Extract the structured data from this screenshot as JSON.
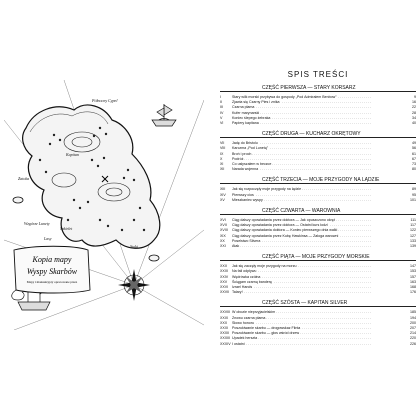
{
  "map": {
    "cartouche_title": "Kopia mapy",
    "cartouche_subtitle": "Wyspy Skarbów",
    "cartouche_note": "Mapy i manuskrypty opracowane przez",
    "labels": [
      "Szkielet",
      "Wzgórze Lunety",
      "Kapitan",
      "Północny Cypel",
      "Zatoka",
      "Stoki",
      "Lasy"
    ]
  },
  "toc": {
    "title": "SPIS TREŚCI",
    "parts": [
      {
        "heading": "CZĘŚĆ PIERWSZA — STARY KORSARZ",
        "chapters": [
          {
            "num": "I",
            "title": "Stary wilk morski przybywa do gospody „Pod Admirałem Benbow”",
            "page": "9"
          },
          {
            "num": "II",
            "title": "Zjawia się Czarny Pies i znika",
            "page": "16"
          },
          {
            "num": "III",
            "title": "Czarna plama",
            "page": "22"
          },
          {
            "num": "IV",
            "title": "Kufer marynarski",
            "page": "28"
          },
          {
            "num": "V",
            "title": "Koniec ślepego żebraka",
            "page": "34"
          },
          {
            "num": "VI",
            "title": "Papiery kapitana",
            "page": "40"
          }
        ]
      },
      {
        "heading": "CZĘŚĆ DRUGA — KUCHARZ OKRĘTOWY",
        "chapters": [
          {
            "num": "VII",
            "title": "Jadę do Bristolu",
            "page": "49"
          },
          {
            "num": "VIII",
            "title": "Karczma „Pod Lunetą”",
            "page": "56"
          },
          {
            "num": "IX",
            "title": "Broń i proch",
            "page": "61"
          },
          {
            "num": "X",
            "title": "Podróż",
            "page": "67"
          },
          {
            "num": "XI",
            "title": "Co usłyszałem w beczce",
            "page": "73"
          },
          {
            "num": "XII",
            "title": "Narada wojenna",
            "page": "80"
          }
        ]
      },
      {
        "heading": "CZĘŚĆ TRZECIA — MOJE PRZYGODY NA LĄDZIE",
        "chapters": [
          {
            "num": "XIII",
            "title": "Jak się rozpoczęły moje przygody na lądzie",
            "page": "89"
          },
          {
            "num": "XIV",
            "title": "Pierwszy cios",
            "page": "95"
          },
          {
            "num": "XV",
            "title": "Mieszkaniec wyspy",
            "page": "101"
          }
        ]
      },
      {
        "heading": "CZĘŚĆ CZWARTA — WAROWNIA",
        "chapters": [
          {
            "num": "XVI",
            "title": "Ciąg dalszy opowiadania przez doktora — Jak opuszczono okręt",
            "page": "111"
          },
          {
            "num": "XVII",
            "title": "Ciąg dalszy opowiadania przez doktora — Ostatni kurs łodzi",
            "page": "117"
          },
          {
            "num": "XVIII",
            "title": "Ciąg dalszy opowiadania doktora — Koniec pierwszego dnia walki",
            "page": "122"
          },
          {
            "num": "XIX",
            "title": "Ciąg dalszy opowiadania przez Kubę Hawkinsa — Załoga warowni",
            "page": "127"
          },
          {
            "num": "XX",
            "title": "Poselstwo Silvera",
            "page": "133"
          },
          {
            "num": "XXI",
            "title": "Atak",
            "page": "139"
          }
        ]
      },
      {
        "heading": "CZĘŚĆ PIĄTA — MOJE PRZYGODY MORSKIE",
        "chapters": [
          {
            "num": "XXII",
            "title": "Jak się zaczęły moje przygody na morzu",
            "page": "147"
          },
          {
            "num": "XXIII",
            "title": "Na fali odpływu",
            "page": "153"
          },
          {
            "num": "XXIV",
            "title": "Wędrówka czółna",
            "page": "157"
          },
          {
            "num": "XXV",
            "title": "Ściągam czarną banderę",
            "page": "163"
          },
          {
            "num": "XXVI",
            "title": "Izrael Hands",
            "page": "168"
          },
          {
            "num": "XXVII",
            "title": "Talary!",
            "page": "176"
          }
        ]
      },
      {
        "heading": "CZĘŚĆ SZÓSTA — KAPITAN SILVER",
        "chapters": [
          {
            "num": "XXVIII",
            "title": "W obozie nieprzyjacielskim",
            "page": "185"
          },
          {
            "num": "XXIX",
            "title": "Znowu czarna plama",
            "page": "194"
          },
          {
            "num": "XXX",
            "title": "Słowo honoru",
            "page": "200"
          },
          {
            "num": "XXXI",
            "title": "Poszukiwanie skarbu — drogowskaz Flinta",
            "page": "207"
          },
          {
            "num": "XXXII",
            "title": "Poszukiwanie skarbu — głos wśród drzew",
            "page": "214"
          },
          {
            "num": "XXXIII",
            "title": "Upadek herszta",
            "page": "220"
          },
          {
            "num": "XXXIV",
            "title": "I ostatni",
            "page": "226"
          }
        ]
      }
    ]
  }
}
